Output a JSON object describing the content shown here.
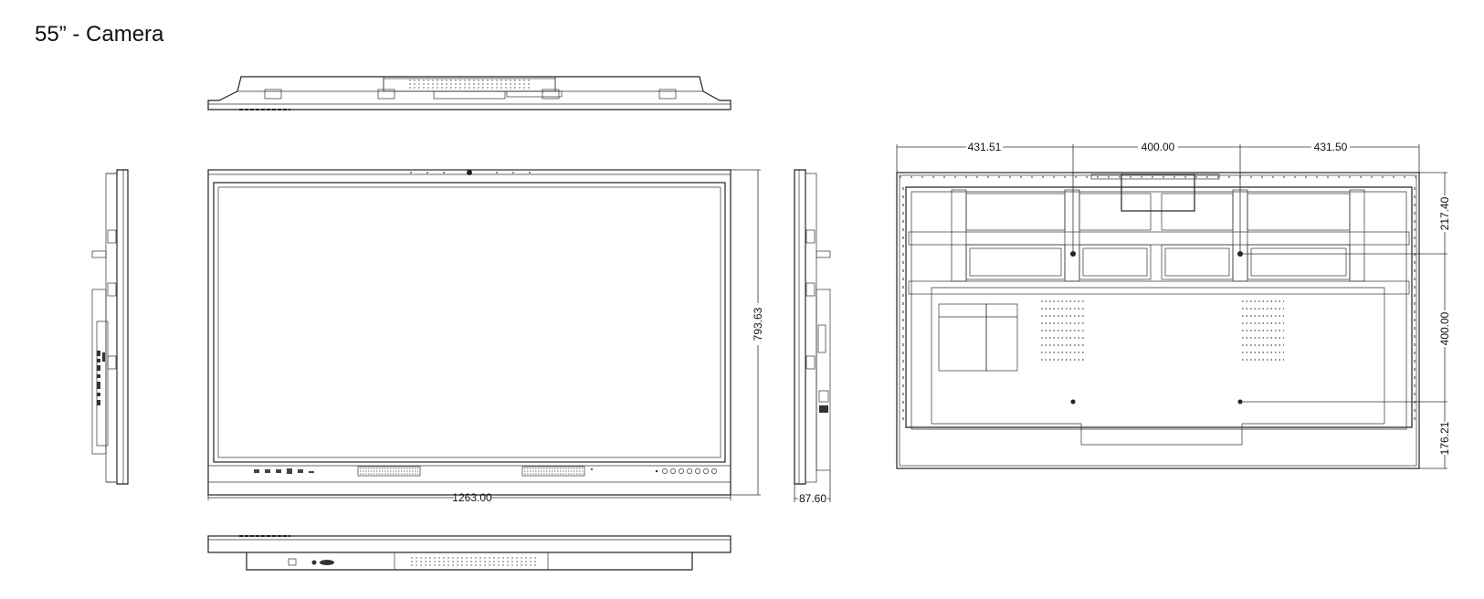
{
  "title": "55” - Camera",
  "dimensions": {
    "front_width": "1263.00",
    "front_height": "793.63",
    "depth": "87.60",
    "rear_left": "431.51",
    "rear_mid": "400.00",
    "rear_right": "431.50",
    "rear_top": "217.40",
    "rear_vertical": "400.00",
    "rear_bottom": "176.21"
  }
}
